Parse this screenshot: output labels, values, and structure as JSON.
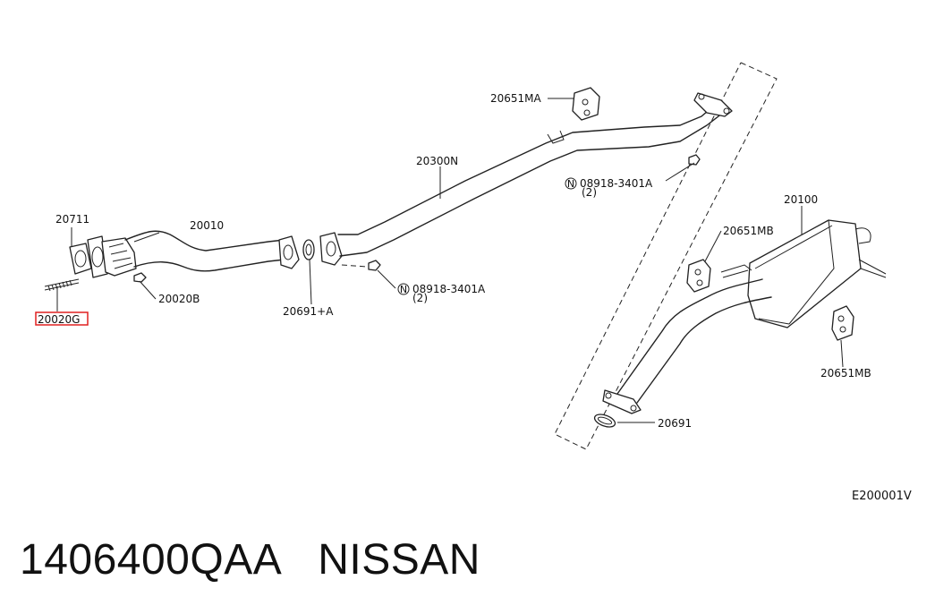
{
  "parts": {
    "p20711": "20711",
    "p20010": "20010",
    "p20020B": "20020B",
    "p20020G": "20020G",
    "p20691A": "20691+A",
    "p20300N": "20300N",
    "p20651MA": "20651MA",
    "p08918_1": "08918-3401A",
    "p08918_1_qty": "(2)",
    "p08918_2": "08918-3401A",
    "p08918_2_qty": "(2)",
    "nut_symbol": "N",
    "p20100": "20100",
    "p20651MB_top": "20651MB",
    "p20651MB_bottom": "20651MB",
    "p20691": "20691"
  },
  "diagram_code": "E200001V",
  "highlight_color": "#e02020",
  "footer": {
    "part_number": "1406400QAA",
    "brand": "NISSAN"
  }
}
